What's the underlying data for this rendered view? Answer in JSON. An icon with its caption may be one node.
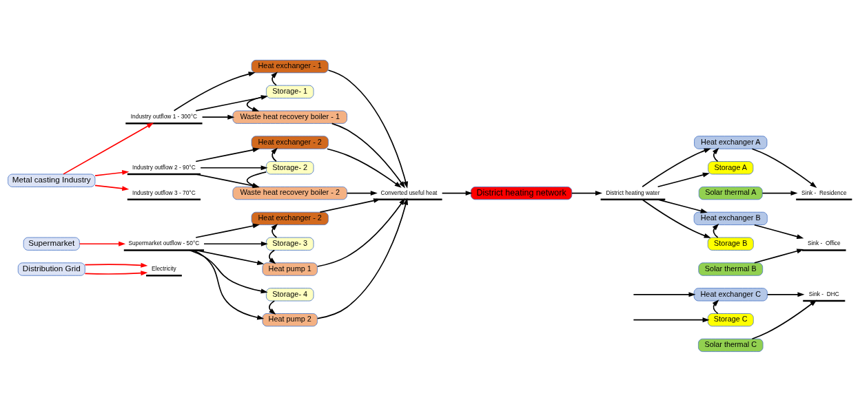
{
  "diagram": {
    "nodes": [
      {
        "text": [
          "Metal casting Industry"
        ]
      },
      {
        "text": [
          "Supermarket"
        ]
      },
      {
        "text": [
          "Distribution Grid"
        ]
      },
      {
        "text": [
          "Industry outflow 1 - 300°C"
        ]
      },
      {
        "text": [
          "Industry outflow 2 - 90°C"
        ]
      },
      {
        "text": [
          "Industry outflow 3 - 70°C"
        ]
      },
      {
        "text": [
          "Supermarket outflow - 50°C"
        ]
      },
      {
        "text": [
          "Electricity"
        ]
      },
      {
        "text": [
          "Heat exchanger - 1"
        ]
      },
      {
        "text": [
          "Storage- 1"
        ]
      },
      {
        "text": [
          "Waste heat recovery boiler - 1"
        ]
      },
      {
        "text": [
          "Heat exchanger - 2"
        ]
      },
      {
        "text": [
          "Storage- 2"
        ]
      },
      {
        "text": [
          "Waste heat recovery boiler - 2"
        ]
      },
      {
        "text": [
          "Heat exchanger - 2"
        ]
      },
      {
        "text": [
          "Storage- 3"
        ]
      },
      {
        "text": [
          "Heat pump 1"
        ]
      },
      {
        "text": [
          "Storage- 4"
        ]
      },
      {
        "text": [
          "Heat pump 2"
        ]
      },
      {
        "text": [
          "Converted useful heat"
        ]
      },
      {
        "text": [
          "District heating network"
        ]
      },
      {
        "text": [
          "District heating water"
        ]
      },
      {
        "text": [
          "Heat exchanger A"
        ]
      },
      {
        "text": [
          "Storage A"
        ]
      },
      {
        "text": [
          "Solar thermal A"
        ]
      },
      {
        "text": [
          "Heat exchanger B"
        ]
      },
      {
        "text": [
          "Storage B"
        ]
      },
      {
        "text": [
          "Solar thermal B"
        ]
      },
      {
        "text": [
          "Heat exchanger C"
        ]
      },
      {
        "text": [
          "Storage C"
        ]
      },
      {
        "text": [
          "Solar thermal C"
        ]
      },
      {
        "text": [
          "Sink -  Residence"
        ]
      },
      {
        "text": [
          "Sink -  Office"
        ]
      },
      {
        "text": [
          "Sink -  DHC"
        ]
      }
    ],
    "edges": [
      {
        "from": 0,
        "to": 3,
        "arrow": "to",
        "color": "#ff0000"
      },
      {
        "from": 0,
        "to": 4,
        "arrow": "to",
        "color": "#ff0000"
      },
      {
        "from": 0,
        "to": 5,
        "arrow": "to",
        "color": "#ff0000"
      },
      {
        "from": 1,
        "to": 6,
        "arrow": "to",
        "color": "#ff0000"
      },
      {
        "from": 2,
        "to": 7,
        "arrow": "to",
        "color": "#ff0000"
      },
      {
        "from": 2,
        "to": 7,
        "arrow": "to",
        "color": "#ff0000"
      },
      {
        "from": 3,
        "to": 8,
        "arrow": "to"
      },
      {
        "from": 3,
        "to": 9,
        "arrow": "to"
      },
      {
        "from": 3,
        "to": 10,
        "arrow": "to"
      },
      {
        "from": 4,
        "to": 11,
        "arrow": "to"
      },
      {
        "from": 4,
        "to": 12,
        "arrow": "to"
      },
      {
        "from": 4,
        "to": 13,
        "arrow": "to"
      },
      {
        "from": 6,
        "to": 14,
        "arrow": "to"
      },
      {
        "from": 6,
        "to": 15,
        "arrow": "to"
      },
      {
        "from": 6,
        "to": 16,
        "arrow": "to"
      },
      {
        "from": 6,
        "to": 17,
        "arrow": "to"
      },
      {
        "from": 6,
        "to": 18,
        "arrow": "to"
      },
      {
        "from": 9,
        "to": 8,
        "arrow": "to"
      },
      {
        "from": 9,
        "to": 10,
        "arrow": "to"
      },
      {
        "from": 12,
        "to": 11,
        "arrow": "to"
      },
      {
        "from": 12,
        "to": 13,
        "arrow": "to"
      },
      {
        "from": 15,
        "to": 14,
        "arrow": "to"
      },
      {
        "from": 15,
        "to": 16,
        "arrow": "to"
      },
      {
        "from": 17,
        "to": 18,
        "arrow": "to"
      },
      {
        "from": 8,
        "to": 19,
        "arrow": "to"
      },
      {
        "from": 10,
        "to": 19,
        "arrow": "to"
      },
      {
        "from": 11,
        "to": 19,
        "arrow": "to"
      },
      {
        "from": 13,
        "to": 19,
        "arrow": "to"
      },
      {
        "from": 14,
        "to": 19,
        "arrow": "to"
      },
      {
        "from": 16,
        "to": 19,
        "arrow": "to"
      },
      {
        "from": 18,
        "to": 19,
        "arrow": "to"
      },
      {
        "from": 19,
        "to": 20,
        "arrow": "to"
      },
      {
        "from": 20,
        "to": 21,
        "arrow": "to"
      },
      {
        "from": 21,
        "to": 22,
        "arrow": "to"
      },
      {
        "from": 21,
        "to": 23,
        "arrow": "to"
      },
      {
        "from": 21,
        "to": 25,
        "arrow": "to"
      },
      {
        "from": 21,
        "to": 26,
        "arrow": "to"
      },
      {
        "from": null,
        "to": 28,
        "arrow": "to"
      },
      {
        "from": null,
        "to": 29,
        "arrow": "to"
      },
      {
        "from": 23,
        "to": 22,
        "arrow": "to"
      },
      {
        "from": 26,
        "to": 25,
        "arrow": "to"
      },
      {
        "from": 29,
        "to": 28,
        "arrow": "to"
      },
      {
        "from": 22,
        "to": 31,
        "arrow": "to"
      },
      {
        "from": 24,
        "to": 31,
        "arrow": "to"
      },
      {
        "from": 25,
        "to": 32,
        "arrow": "to"
      },
      {
        "from": 27,
        "to": 32,
        "arrow": "to"
      },
      {
        "from": 28,
        "to": 33,
        "arrow": "to"
      },
      {
        "from": 30,
        "to": 33,
        "arrow": "to"
      }
    ]
  }
}
